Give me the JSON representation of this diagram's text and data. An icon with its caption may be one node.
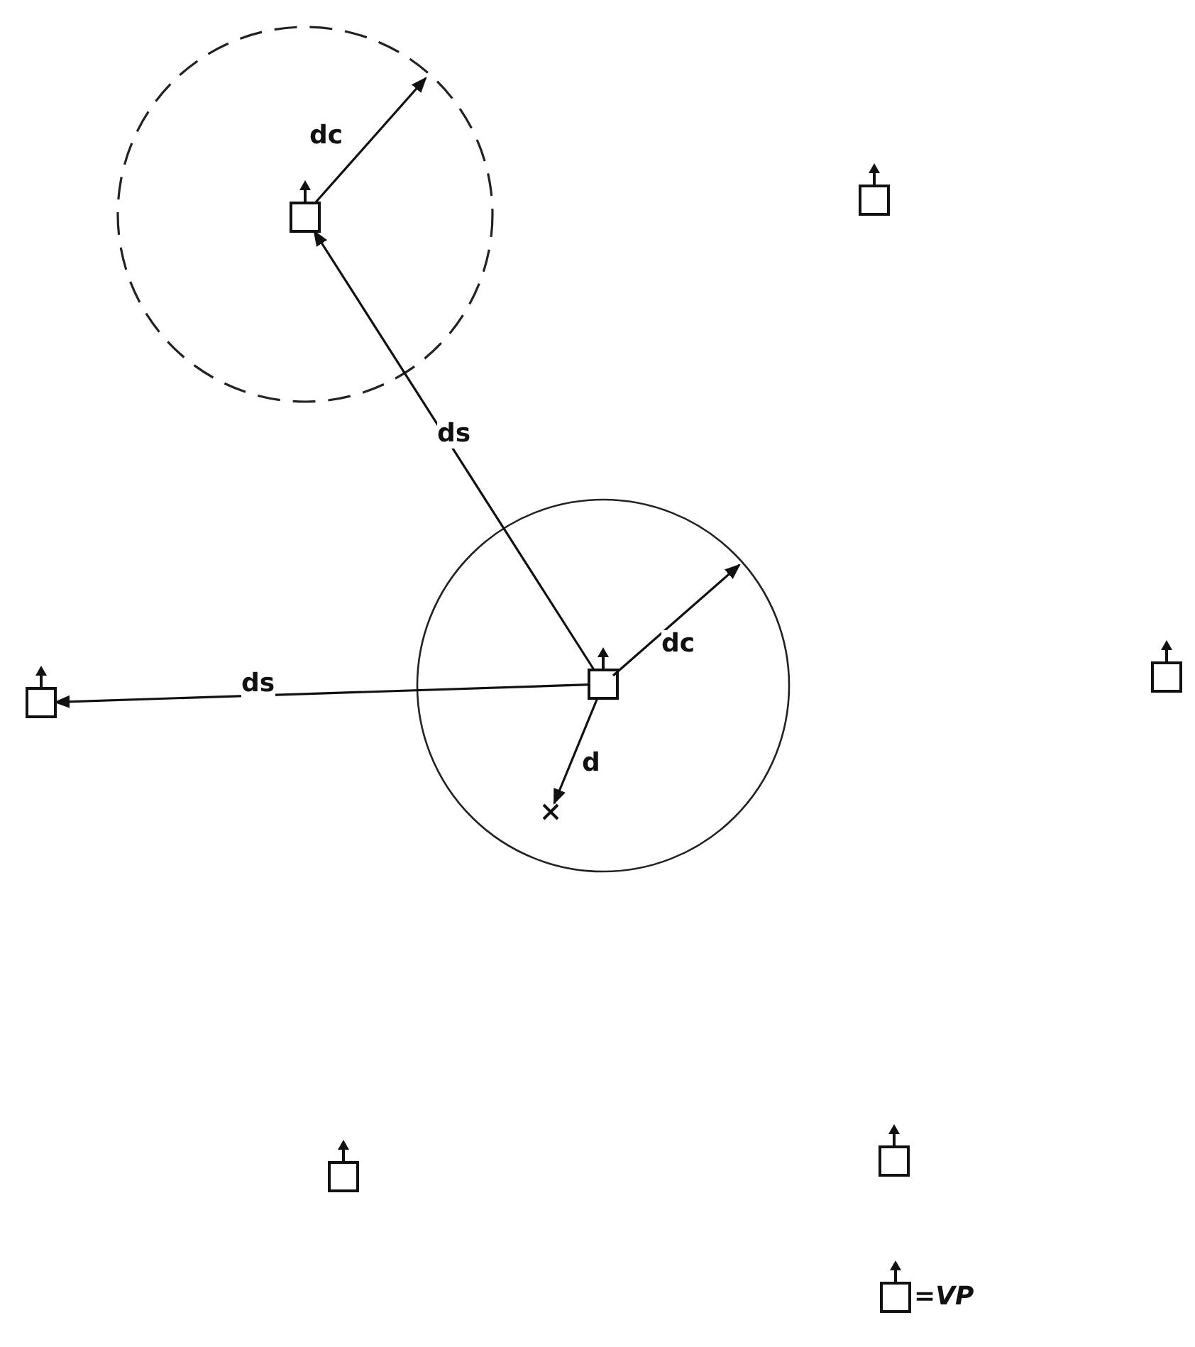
{
  "diagram": {
    "nodes": [
      {
        "text": [],
        "shape": "box"
      },
      {
        "text": [],
        "shape": "box"
      },
      {
        "text": [],
        "shape": "box"
      },
      {
        "text": [],
        "shape": "box"
      },
      {
        "text": [],
        "shape": "box"
      },
      {
        "text": [],
        "shape": "box"
      },
      {
        "text": [],
        "shape": "box"
      },
      {
        "text": [],
        "shape": "cross"
      }
    ],
    "edges": [
      {
        "from": 2,
        "to": 0,
        "arrow": "to",
        "label": "ds"
      },
      {
        "from": 2,
        "to": 3,
        "arrow": "to",
        "label": "ds"
      },
      {
        "from": 2,
        "to": 7,
        "arrow": "to",
        "label": "d"
      }
    ],
    "labels": [
      "dc",
      "dc"
    ],
    "legend": [
      {
        "text": "=VP"
      }
    ]
  }
}
